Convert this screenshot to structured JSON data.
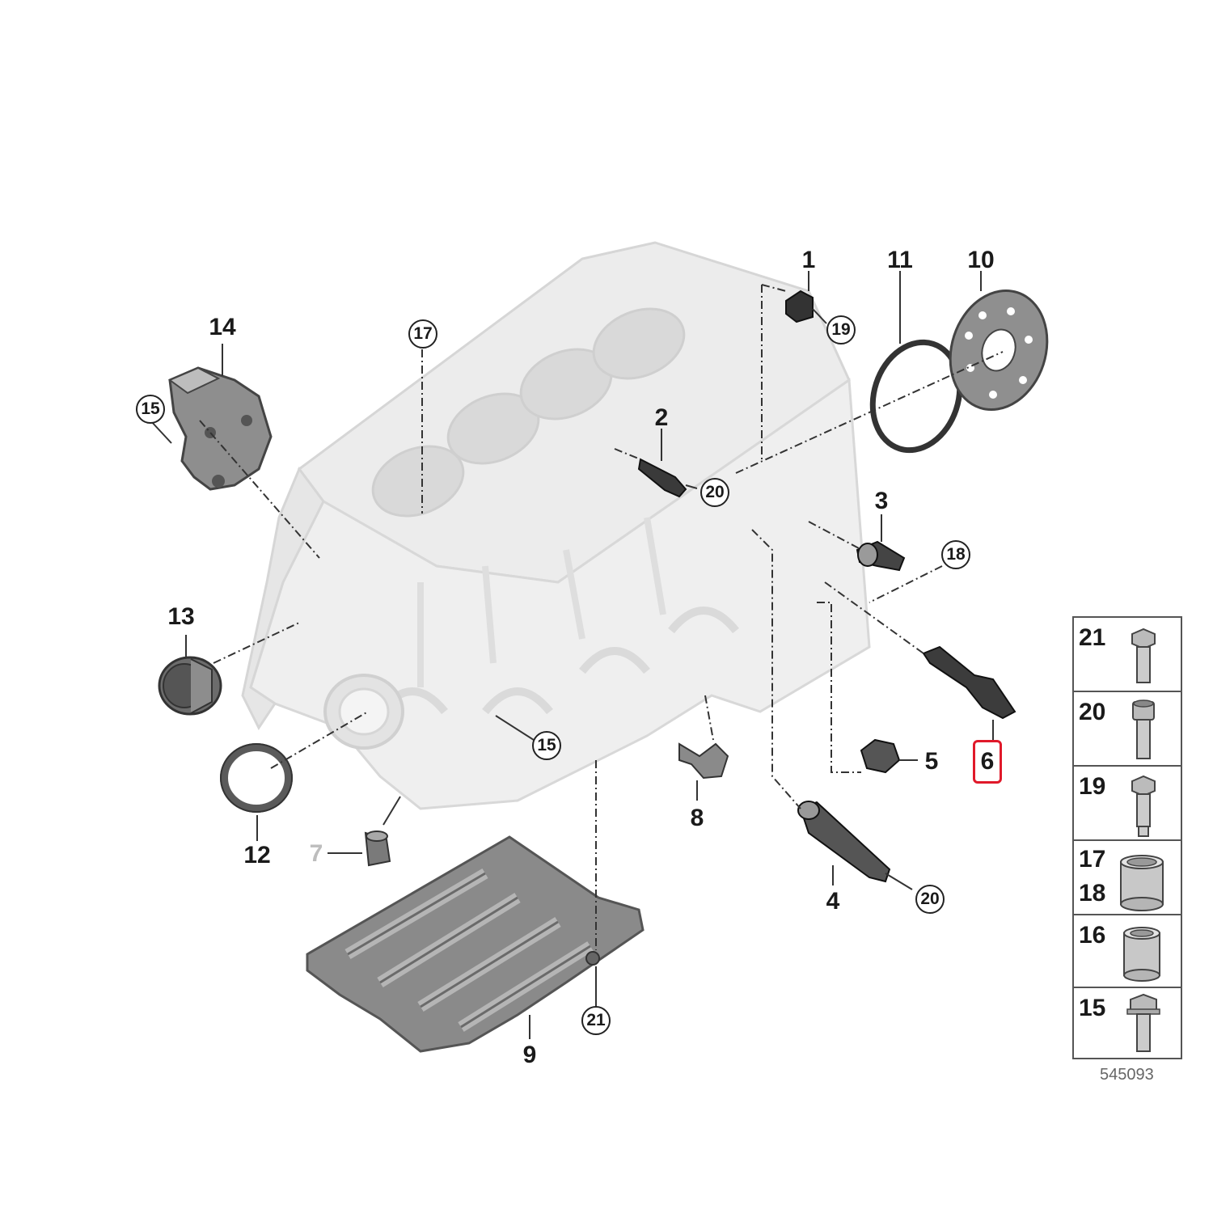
{
  "callouts": {
    "n1": "1",
    "n2": "2",
    "n3": "3",
    "n4": "4",
    "n5": "5",
    "n6": "6",
    "n7": "7",
    "n8": "8",
    "n9": "9",
    "n10": "10",
    "n11": "11",
    "n12": "12",
    "n13": "13",
    "n14": "14",
    "c15a": "15",
    "c15b": "15",
    "c17": "17",
    "c18": "18",
    "c19": "19",
    "c20a": "20",
    "c20b": "20",
    "c21": "21"
  },
  "legend": {
    "rows": [
      {
        "label": "21",
        "icon": "hex-bolt-icon"
      },
      {
        "label": "20",
        "icon": "socket-head-bolt-icon"
      },
      {
        "label": "19",
        "icon": "hex-bolt-icon"
      },
      {
        "label": "17",
        "label2": "18",
        "icon": "dowel-sleeve-icon"
      },
      {
        "label": "16",
        "icon": "dowel-sleeve-small-icon"
      },
      {
        "label": "15",
        "icon": "hex-bolt-icon"
      }
    ]
  },
  "ref_number": "545093",
  "highlight_color": "#e0192a"
}
